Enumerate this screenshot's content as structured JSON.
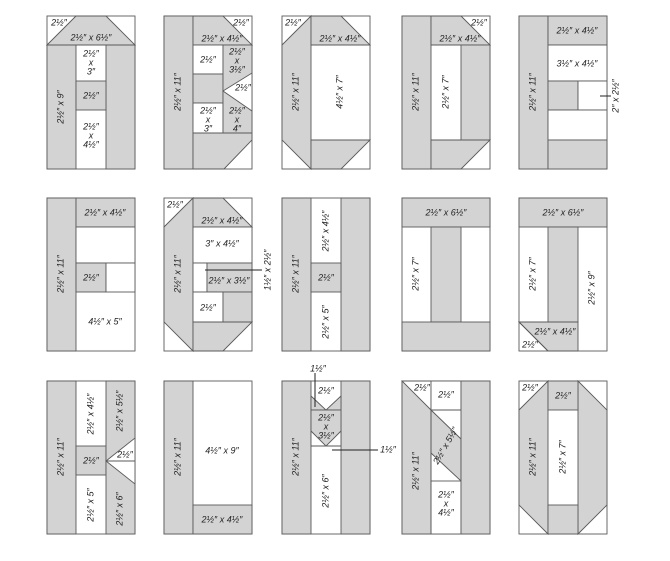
{
  "title": "Quilt letter block cutting diagrams",
  "colors": {
    "gray_patch": "#d3d3d3",
    "white_patch": "#ffffff",
    "outline": "#5a5a5a"
  },
  "blocks": [
    {
      "letter": "A",
      "labels": [
        "2½″",
        "2½″ x 6½″",
        "2½″ x 9″",
        "2½″",
        "x",
        "3″",
        "2½″",
        "2½″",
        "x",
        "4½″"
      ]
    },
    {
      "letter": "B",
      "labels": [
        "2½″",
        "2½″ x 4½″",
        "2½″ x 11″",
        "2½″",
        "2½″",
        "x",
        "3½″",
        "2½″",
        "2½″",
        "x",
        "3″",
        "2½″",
        "x",
        "4″"
      ]
    },
    {
      "letter": "C",
      "labels": [
        "2½″",
        "2½″ x 4½″",
        "2½″ x 11″",
        "4½″ x 7″"
      ]
    },
    {
      "letter": "D",
      "labels": [
        "2½″",
        "2½″ x 4½″",
        "2½″ x 11″",
        "2½″ x 7″"
      ]
    },
    {
      "letter": "E",
      "labels": [
        "2½″ x 4½″",
        "3½″ x 4½″",
        "2½″ x 11″",
        "2″ x 2½″"
      ]
    },
    {
      "letter": "F",
      "labels": [
        "2½″ x 4½″",
        "2½″ x 11″",
        "2½″",
        "4½″ x 5″"
      ]
    },
    {
      "letter": "G",
      "labels": [
        "2½″",
        "2½″ x 4½″",
        "3″ x 4½″",
        "2½″ x 3½″",
        "2½″",
        "2½″ x 11″",
        "1½″ x 2½″"
      ]
    },
    {
      "letter": "H",
      "labels": [
        "2½″ x 4½″",
        "2½″",
        "2½″ x 5″",
        "2½″ x 11″"
      ]
    },
    {
      "letter": "I",
      "labels": [
        "2½″ x 6½″",
        "2½″ x 7″"
      ]
    },
    {
      "letter": "J",
      "labels": [
        "2½″ x 6½″",
        "2½″ x 7″",
        "2½″ x 9″",
        "2½″ x 4½″",
        "2½″"
      ]
    },
    {
      "letter": "K",
      "labels": [
        "2½″ x 11″",
        "2½″ x 4½″",
        "2½″",
        "2½″ x 5″",
        "2½″ x 5½″",
        "2½″",
        "2½″ x 6″"
      ]
    },
    {
      "letter": "L",
      "labels": [
        "2½″ x 11″",
        "4½″ x 9″",
        "2½″ x 4½″"
      ]
    },
    {
      "letter": "M",
      "labels": [
        "2½″",
        "2½″",
        "x",
        "3½″",
        "2½″ x 6″",
        "2½″ x 11″",
        "1½″",
        "1½″"
      ]
    },
    {
      "letter": "N",
      "labels": [
        "2½″",
        "2½″",
        "2½″ x 5½″",
        "2½″ x 11″",
        "2½″",
        "x",
        "4½″"
      ]
    },
    {
      "letter": "O",
      "labels": [
        "2½″",
        "2½″",
        "2½″ x 11″",
        "2½″ x 7″"
      ]
    }
  ]
}
